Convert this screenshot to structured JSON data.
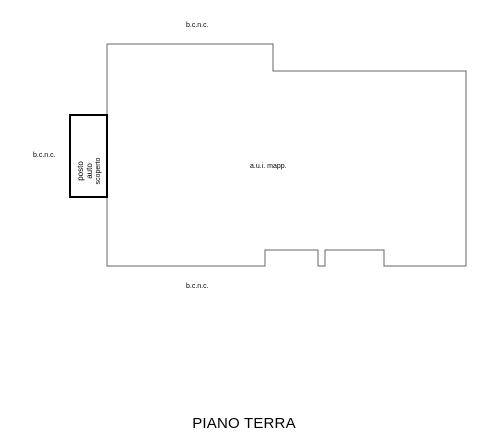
{
  "plan": {
    "labels": {
      "top": "b.c.n.c.",
      "left": "b.c.n.c.",
      "bottom": "b.c.n.c.",
      "center": "a.u.i. mapp."
    },
    "parking": {
      "line1": "posto",
      "line2": "auto",
      "line3": "scoperto"
    },
    "title": "PIANO TERRA"
  }
}
